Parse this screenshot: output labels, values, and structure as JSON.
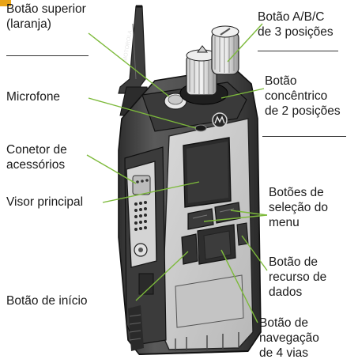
{
  "labels": {
    "top_button": "Botão superior\n(laranja)",
    "microphone": "Microfone",
    "accessory_connector": "Conetor de\nacessórios",
    "main_display": "Visor principal",
    "home_button": "Botão de início",
    "abc_switch": "Botão A/B/C\nde 3 posições",
    "concentric_switch": "Botão\nconcêntrico\nde 2 posições",
    "menu_select_buttons": "Botões de\nseleção do\nmenu",
    "data_feature_button": "Botão de\nrecurso de\ndados",
    "nav_button": "Botão de\nnavegação\nde 4 vias"
  },
  "colors": {
    "leader_line": "#7dba3b",
    "body": "#4a4a4a",
    "panel": "#c9c9c9",
    "accent_orange": "#e8a317"
  },
  "icons": [
    "motorola-logo-icon",
    "antenna-icon"
  ]
}
